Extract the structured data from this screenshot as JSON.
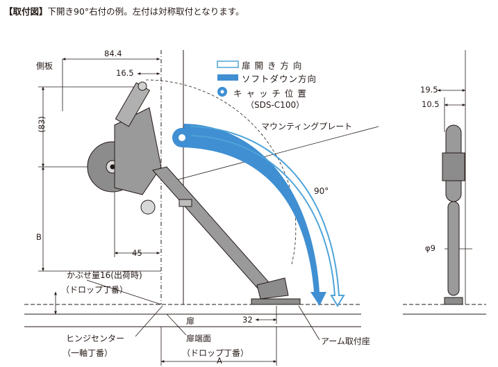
{
  "caption": {
    "title_bracket": "【取付図】",
    "title_text": "下開き90°右付の例。左付は対称取付となります。"
  },
  "legend": [
    {
      "label": "扉 開 き 方 向"
    },
    {
      "label": "ソフトダウン方向"
    },
    {
      "label": "キ ャ ッ チ 位 置"
    }
  ],
  "legend_note": "（SDS-C100）",
  "labels": {
    "side_panel": "側板",
    "mounting_plate": "マウンティングプレート",
    "angle": "90°",
    "overlay": "かぶせ量16(出荷時)",
    "overlay_sub": "（ドロップ丁番）",
    "door": "扉",
    "hinge_center": "ヒンジセンター",
    "hinge_center_sub": "（一軸丁番）",
    "door_edge": "扉端面",
    "door_edge_sub": "（ドロップ丁番）",
    "arm_seat": "アーム取付座"
  },
  "dimensions": {
    "d84_4": "84.4",
    "d16_5": "16.5",
    "d83": "(83)",
    "dB": "B",
    "d45": "45",
    "d32": "32",
    "dA": "A",
    "d19_5": "19.5",
    "d10_5": "10.5",
    "phi9": "φ9"
  },
  "colors": {
    "line": "#231815",
    "arrow_open": "#4ea3d8",
    "arrow_soft": "#3f8fd2",
    "arm_fill": "#9a9a9a",
    "body_fill": "#8c8c8c"
  }
}
